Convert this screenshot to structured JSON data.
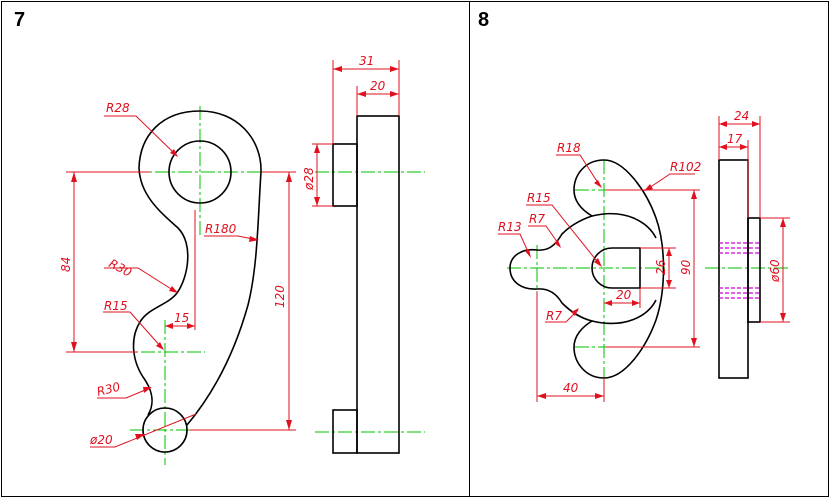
{
  "exercise_7": {
    "number": "7",
    "labels": {
      "r28": "R28",
      "r180": "R180",
      "r30_upper": "R30",
      "r15": "R15",
      "r30_lower": "R30",
      "d20": "ø20",
      "d28": "ø28",
      "dim84": "84",
      "dim120": "120",
      "dim15": "15",
      "dim31": "31",
      "dim20": "20"
    }
  },
  "exercise_8": {
    "number": "8",
    "labels": {
      "r18": "R18",
      "r102": "R102",
      "r15": "R15",
      "r7_upper": "R7",
      "r13": "R13",
      "r7_lower": "R7",
      "dim26": "26",
      "dim90": "90",
      "dim20": "20",
      "dim40": "40",
      "dim24": "24",
      "dim17": "17",
      "d60": "ø60"
    }
  },
  "colors": {
    "object": "#000000",
    "dimension": "#e0101f",
    "centerline": "#00c000",
    "hidden": "#d000d0"
  }
}
